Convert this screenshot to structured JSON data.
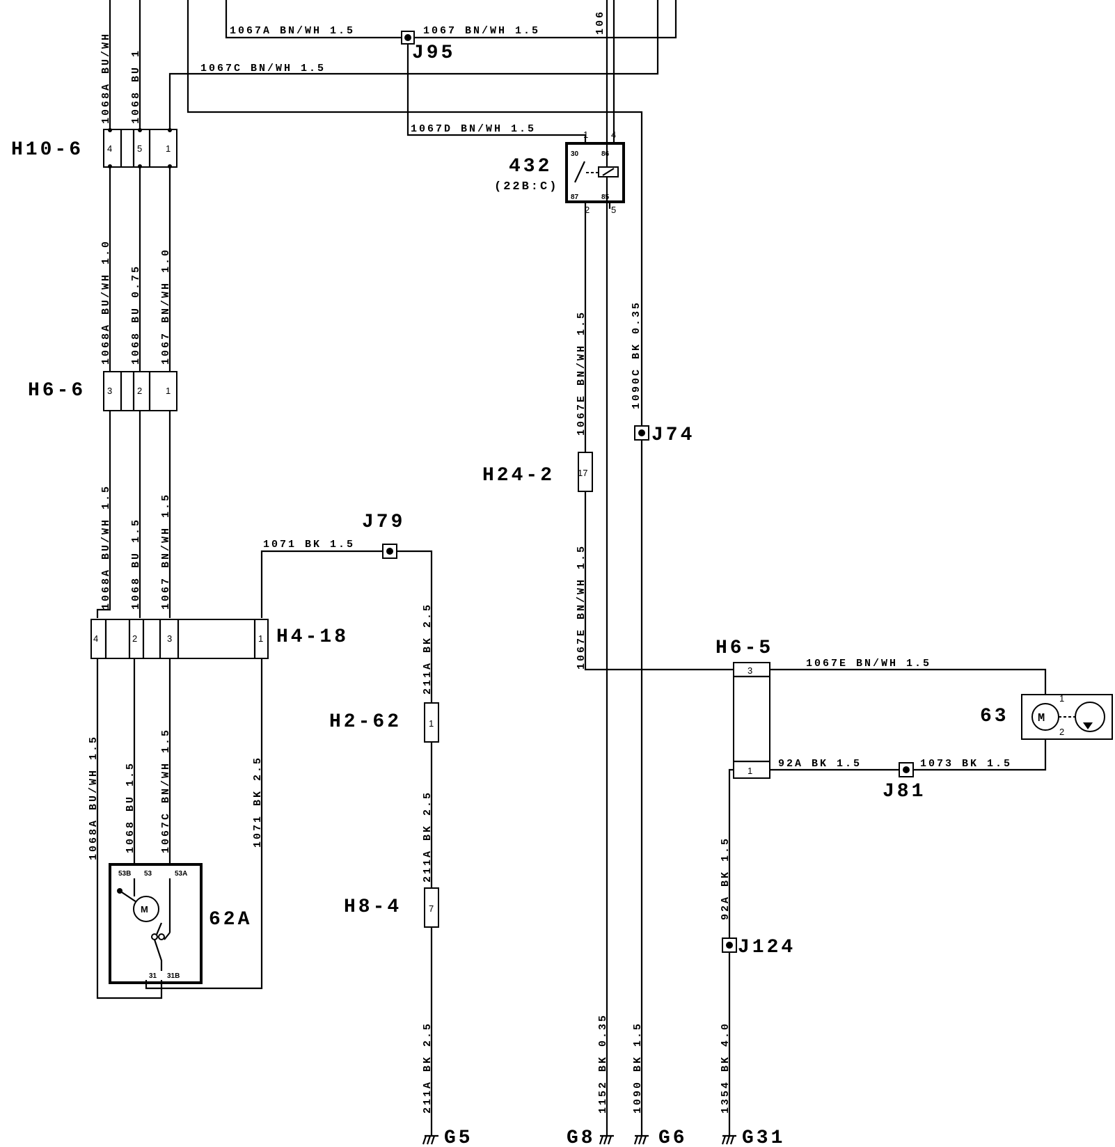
{
  "connectors": {
    "h10_6": "H10-6",
    "h6_6": "H6-6",
    "h4_18": "H4-18",
    "h24_2": "H24-2",
    "h2_62": "H2-62",
    "h8_4": "H8-4",
    "h6_5": "H6-5"
  },
  "junctions": {
    "j95": "J95",
    "j79": "J79",
    "j74": "J74",
    "j81": "J81",
    "j124": "J124"
  },
  "grounds": {
    "g5": "G5",
    "g8": "G8",
    "g6": "G6",
    "g31": "G31"
  },
  "components": {
    "relay_id": "432",
    "relay_ref": "(22B:C)",
    "relay_pins": {
      "p30": "30",
      "p86": "86",
      "p87": "87",
      "p85": "85"
    },
    "wiper_motor_id": "62A",
    "washer_pump_id": "63",
    "motor_symbol": "M",
    "wiper_pins": {
      "p53b": "53B",
      "p53": "53",
      "p53a": "53A",
      "p31": "31",
      "p31b": "31B"
    }
  },
  "pins": {
    "h10_6": [
      "4",
      "5",
      "1"
    ],
    "h6_6": [
      "3",
      "2",
      "1"
    ],
    "h4_18": [
      "4",
      "2",
      "3",
      "1"
    ],
    "relay_top": [
      "1",
      "4"
    ],
    "relay_bottom": [
      "2",
      "5"
    ],
    "h24_2": "17",
    "h2_62": "1",
    "h8_4": "7",
    "h6_5": [
      "3",
      "1"
    ],
    "pump": [
      "1",
      "2"
    ]
  },
  "wire_labels": {
    "w1067a_top": "1067A BN/WH 1.5",
    "w1067_top": "1067 BN/WH 1.5",
    "w106_top": "106",
    "w1067c_top": "1067C BN/WH 1.5",
    "w1067d": "1067D BN/WH 1.5",
    "w1068a_top": "1068A BU/WH",
    "w1068_top": "1068 BU 1",
    "w1068a_mid": "1068A BU/WH 1.0",
    "w1068_mid": "1068 BU 0.75",
    "w1067_mid": "1067 BN/WH 1.0",
    "w1068a_low": "1068A BU/WH 1.5",
    "w1068_low": "1068 BU 1.5",
    "w1067_low": "1067 BN/WH 1.5",
    "w1071_bk": "1071 BK 1.5",
    "w1068a_bot": "1068A BU/WH 1.5",
    "w1068_bot": "1068 BU 1.5",
    "w1067c_bot": "1067C BN/WH 1.5",
    "w1071_bot": "1071 BK 2.5",
    "w211a_1": "211A BK 2.5",
    "w211a_2": "211A BK 2.5",
    "w211a_3": "211A BK 2.5",
    "w1067e_up": "1067E BN/WH 1.5",
    "w1067e_low": "1067E BN/WH 1.5",
    "w1090c": "1090C BK 0.35",
    "w1067e_h": "1067E BN/WH 1.5",
    "w92a_h": "92A BK 1.5",
    "w1073": "1073 BK 1.5",
    "w92a_v": "92A BK 1.5",
    "w1354": "1354 BK 4.0",
    "w1152": "1152 BK 0.35",
    "w1090": "1090 BK 1.5"
  }
}
